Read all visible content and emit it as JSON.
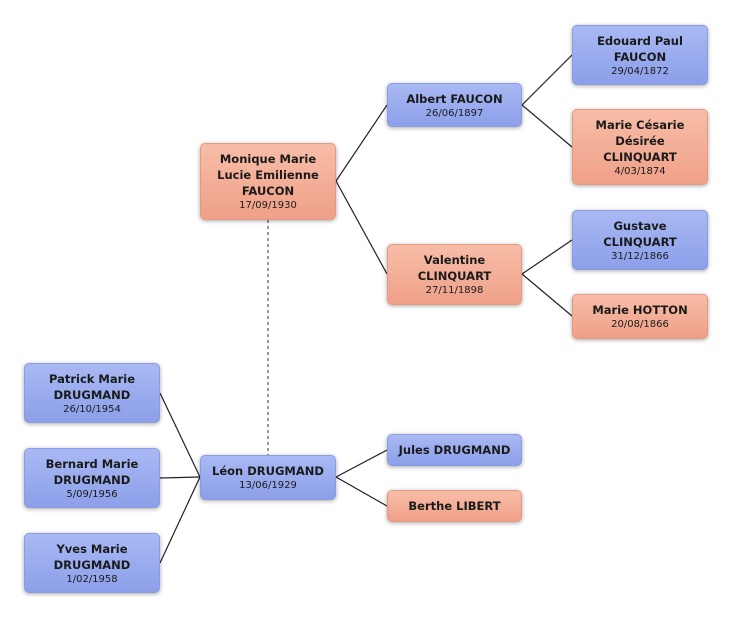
{
  "persons": {
    "monique": {
      "name_lines": [
        "Monique Marie",
        "Lucie Emilienne",
        "FAUCON"
      ],
      "date": "17/09/1930",
      "gender": "f"
    },
    "leon": {
      "name_lines": [
        "Léon DRUGMAND"
      ],
      "date": "13/06/1929",
      "gender": "m"
    },
    "albert": {
      "name_lines": [
        "Albert FAUCON"
      ],
      "date": "26/06/1897",
      "gender": "m"
    },
    "valentine": {
      "name_lines": [
        "Valentine",
        "CLINQUART"
      ],
      "date": "27/11/1898",
      "gender": "f"
    },
    "edouard": {
      "name_lines": [
        "Edouard Paul",
        "FAUCON"
      ],
      "date": "29/04/1872",
      "gender": "m"
    },
    "marie_cesarie": {
      "name_lines": [
        "Marie Césarie",
        "Désirée",
        "CLINQUART"
      ],
      "date": "4/03/1874",
      "gender": "f"
    },
    "gustave": {
      "name_lines": [
        "Gustave",
        "CLINQUART"
      ],
      "date": "31/12/1866",
      "gender": "m"
    },
    "marie_hotton": {
      "name_lines": [
        "Marie HOTTON"
      ],
      "date": "20/08/1866",
      "gender": "f"
    },
    "jules": {
      "name_lines": [
        "Jules DRUGMAND"
      ],
      "date": "",
      "gender": "m"
    },
    "berthe": {
      "name_lines": [
        "Berthe LIBERT"
      ],
      "date": "",
      "gender": "f"
    },
    "patrick": {
      "name_lines": [
        "Patrick Marie",
        "DRUGMAND"
      ],
      "date": "26/10/1954",
      "gender": "m"
    },
    "bernard": {
      "name_lines": [
        "Bernard Marie",
        "DRUGMAND"
      ],
      "date": "5/09/1956",
      "gender": "m"
    },
    "yves": {
      "name_lines": [
        "Yves Marie",
        "DRUGMAND"
      ],
      "date": "1/02/1958",
      "gender": "m"
    }
  },
  "colors": {
    "male_fill": "#9aabef",
    "female_fill": "#f4ae95",
    "line": "#222222",
    "spouse_line": "#777777"
  }
}
